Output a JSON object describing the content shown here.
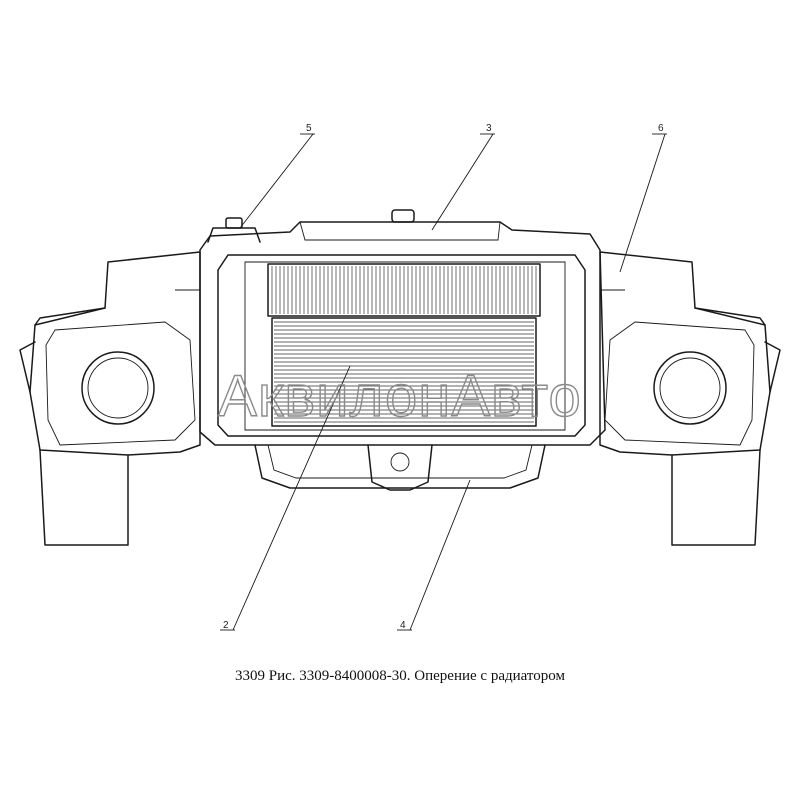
{
  "callouts": [
    "5",
    "3",
    "6",
    "2",
    "4"
  ],
  "watermark": "АквилонАвто",
  "caption": "3309 Рис. 3309-8400008-30. Оперение с радиатором"
}
